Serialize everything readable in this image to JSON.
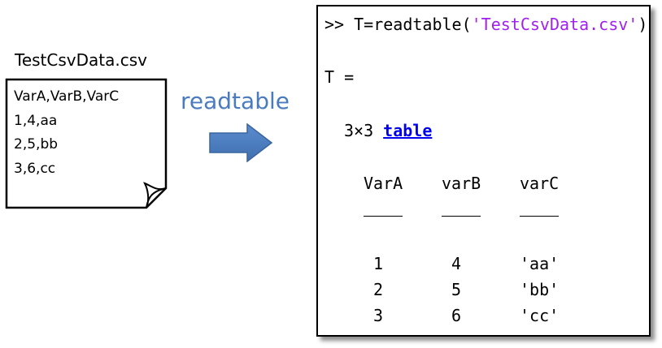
{
  "file": {
    "name": "TestCsvData.csv",
    "lines": [
      "VarA,VarB,VarC",
      "1,4,aa",
      "2,5,bb",
      "3,6,cc"
    ]
  },
  "operation": {
    "label": "readtable",
    "arrow_icon": "right-arrow-icon",
    "color": "#4a7bbf"
  },
  "console": {
    "prompt": ">>",
    "command_prefix": "T=readtable(",
    "command_arg": "'TestCsvData.csv'",
    "command_suffix": ")",
    "output_var": "T =",
    "dims": "3×3",
    "type_link": "table",
    "table": {
      "headers": [
        "VarA",
        "varB",
        "varC"
      ],
      "rows": [
        [
          "1",
          "4",
          "'aa'"
        ],
        [
          "2",
          "5",
          "'bb'"
        ],
        [
          "3",
          "6",
          "'cc'"
        ]
      ]
    },
    "colors": {
      "string": "#a020f0",
      "link": "#0000ee"
    }
  }
}
